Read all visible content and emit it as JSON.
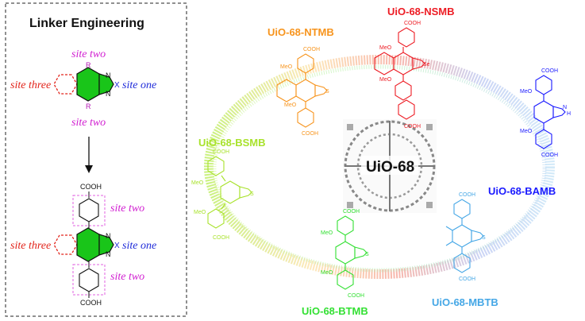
{
  "panel": {
    "title": "Linker Engineering",
    "site_one": "site one",
    "site_two": "site two",
    "site_three": "site three",
    "r_group": "R",
    "x_atom": "X",
    "n_atom": "N",
    "cooh": "COOH"
  },
  "center": {
    "label": "UiO-68"
  },
  "linkers": [
    {
      "label": "UiO-68-NTMB",
      "color": "#f7941d"
    },
    {
      "label": "UiO-68-NSMB",
      "color": "#ed1c24"
    },
    {
      "label": "UiO-68-BAMB",
      "color": "#1a1aff"
    },
    {
      "label": "UiO-68-MBTB",
      "color": "#45a7e6"
    },
    {
      "label": "UiO-68-BTMB",
      "color": "#33e033"
    },
    {
      "label": "UiO-68-BSMB",
      "color": "#a8e22b"
    }
  ],
  "atoms": {
    "meo": "MeO",
    "cooh": "COOH",
    "s": "S",
    "se": "Se",
    "n": "N",
    "h": "H"
  },
  "colors": {
    "site_one": "#1f2bd9",
    "site_two": "#d11fd1",
    "site_three": "#e2231a",
    "green_ring": "#19c519",
    "dashed_box": "#e060e0"
  }
}
